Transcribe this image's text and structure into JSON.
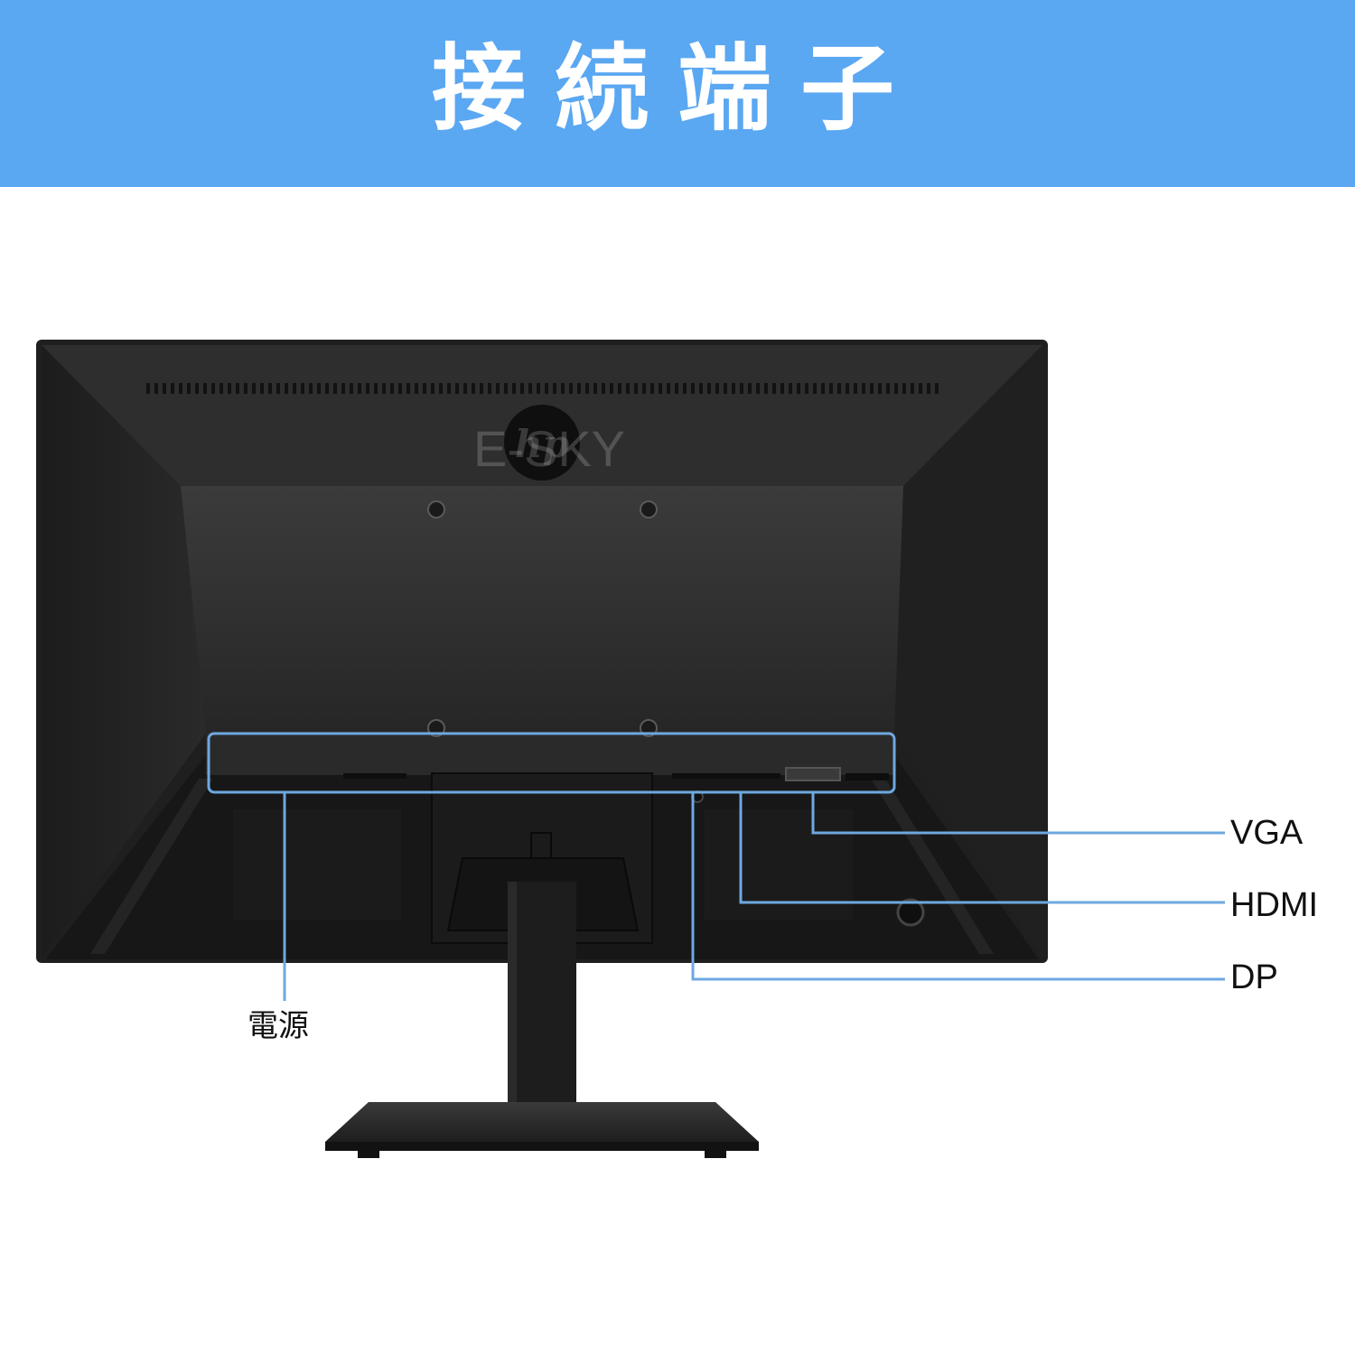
{
  "banner": {
    "title": "接続端子",
    "color": "#5aa7f2"
  },
  "product": {
    "brand_logo": "hp-logo",
    "watermark": "E-SKY"
  },
  "ports": [
    {
      "id": "vga",
      "label": "VGA"
    },
    {
      "id": "hdmi",
      "label": "HDMI"
    },
    {
      "id": "dp",
      "label": "DP"
    },
    {
      "id": "power",
      "label": "電源"
    }
  ],
  "callout_color": "#6ea8e0"
}
